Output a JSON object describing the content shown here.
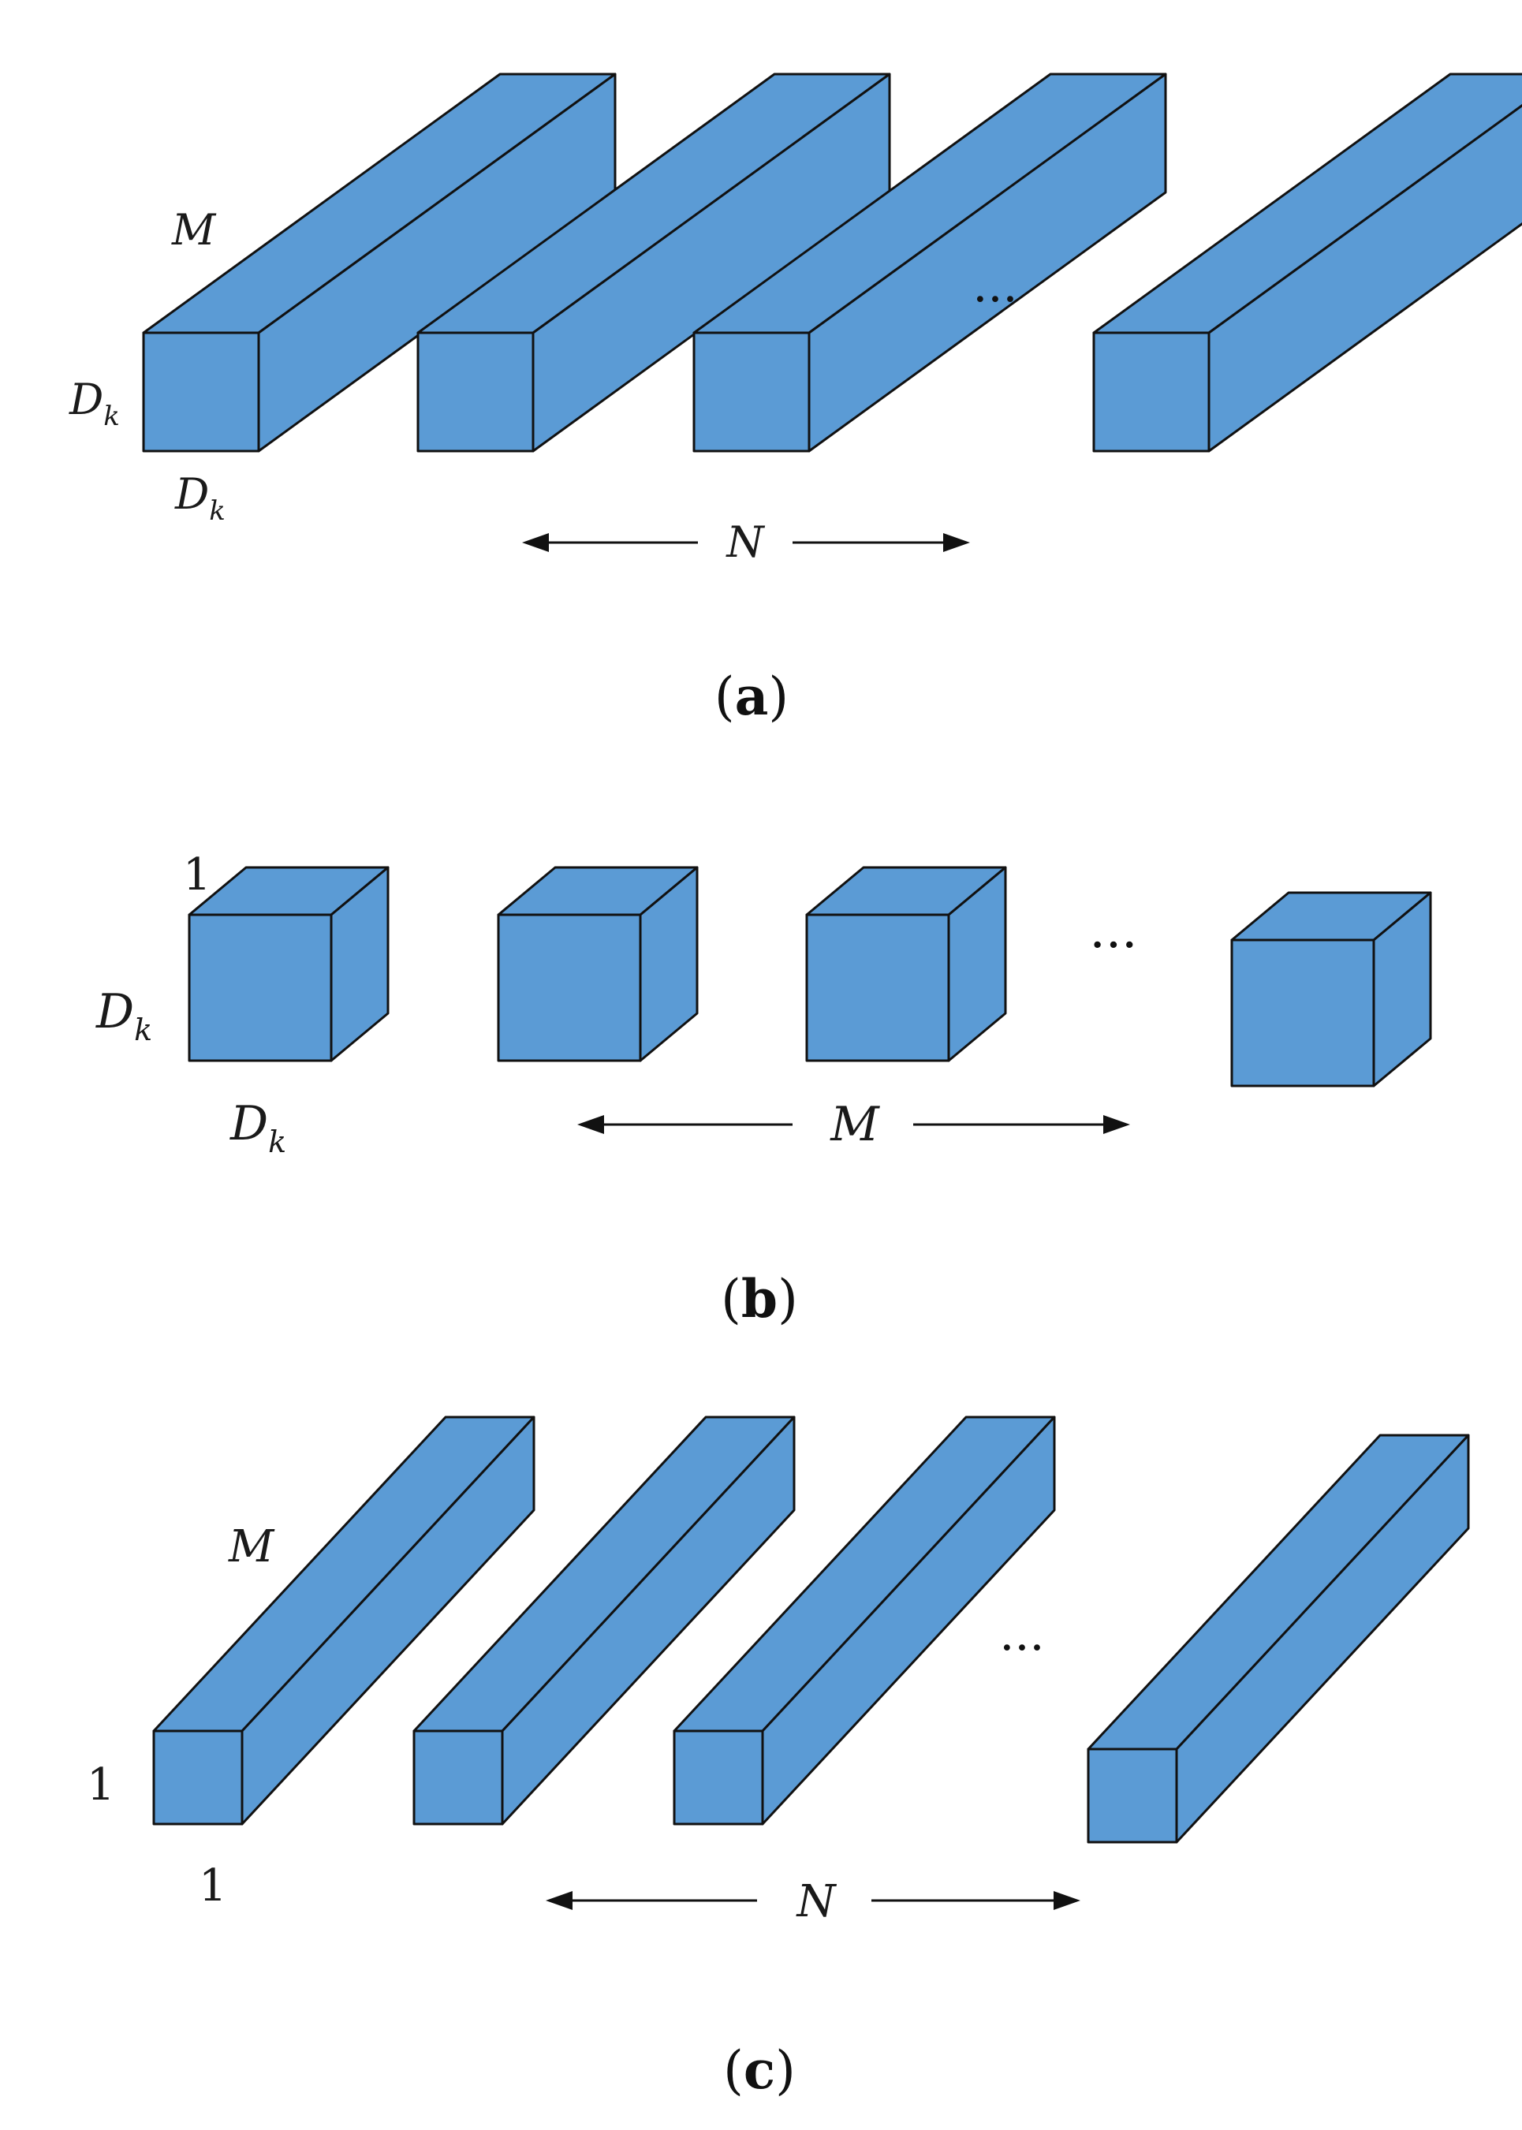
{
  "colors": {
    "box_fill": "#5b9bd5",
    "stroke": "#111111",
    "background": "#ffffff"
  },
  "panels": {
    "a": {
      "caption_letter": "a",
      "label_depth": "M",
      "label_height_main": "D",
      "label_height_sub": "k",
      "label_width_main": "D",
      "label_width_sub": "k",
      "count_label": "N",
      "ellipsis": "···",
      "num_boxes_drawn": 4
    },
    "b": {
      "caption_letter": "b",
      "label_depth": "1",
      "label_height_main": "D",
      "label_height_sub": "k",
      "label_width_main": "D",
      "label_width_sub": "k",
      "count_label": "M",
      "ellipsis": "···",
      "num_boxes_drawn": 4
    },
    "c": {
      "caption_letter": "c",
      "label_depth": "M",
      "label_height": "1",
      "label_width": "1",
      "count_label": "N",
      "ellipsis": "···",
      "num_boxes_drawn": 4
    }
  }
}
